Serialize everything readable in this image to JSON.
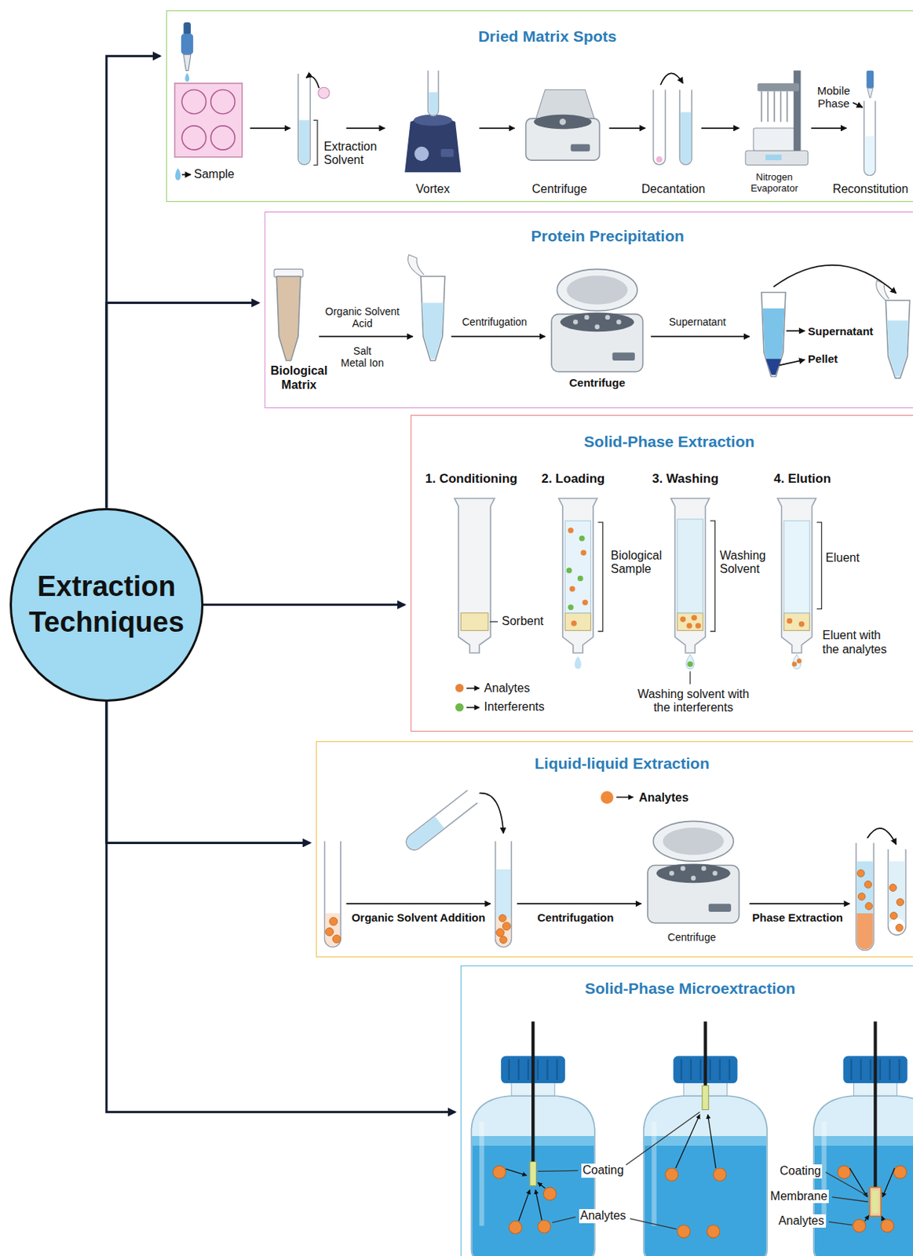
{
  "diagram": {
    "nodes": [
      {
        "text": [
          "Extraction Techniques"
        ]
      },
      {
        "text": [
          "Dried Matrix Spots"
        ]
      },
      {
        "text": [
          "Protein Precipitation"
        ]
      },
      {
        "text": [
          "Solid-Phase Extraction"
        ]
      },
      {
        "text": [
          "Liquid-liquid Extraction"
        ]
      },
      {
        "text": [
          "Solid-Phase Microextraction"
        ]
      }
    ],
    "edges": [
      {
        "from": 0,
        "to": 1,
        "arrow": "to"
      },
      {
        "from": 0,
        "to": 2,
        "arrow": "to"
      },
      {
        "from": 0,
        "to": 3,
        "arrow": "to"
      },
      {
        "from": 0,
        "to": 4,
        "arrow": "to"
      },
      {
        "from": 0,
        "to": 5,
        "arrow": "to"
      }
    ],
    "labels": [
      "Sample",
      "Extraction Solvent",
      "Vortex",
      "Centrifuge",
      "Decantation",
      "Nitrogen Evaporator",
      "Mobile Phase",
      "Reconstitution",
      "Organic Solvent Acid",
      "Salt Metal Ion",
      "Biological Matrix",
      "Centrifugation",
      "Centrifuge",
      "Supernatant",
      "Supernatant",
      "Pellet",
      "1. Conditioning",
      "2. Loading",
      "3. Washing",
      "4. Elution",
      "Sorbent",
      "Biological Sample",
      "Washing Solvent",
      "Eluent",
      "Eluent with the analytes",
      "Washing solvent with the interferents",
      "Organic Solvent Addition",
      "Centrifugation",
      "Centrifuge",
      "Phase Extraction",
      "Coating",
      "Analytes",
      "Coating",
      "Membrane",
      "Analytes"
    ],
    "legend": [
      {
        "text": "Analytes",
        "color": "#e8843a"
      },
      {
        "text": "Interferents",
        "color": "#6db84a"
      },
      {
        "text": "Analytes",
        "color": "#ef8a3a"
      }
    ]
  }
}
